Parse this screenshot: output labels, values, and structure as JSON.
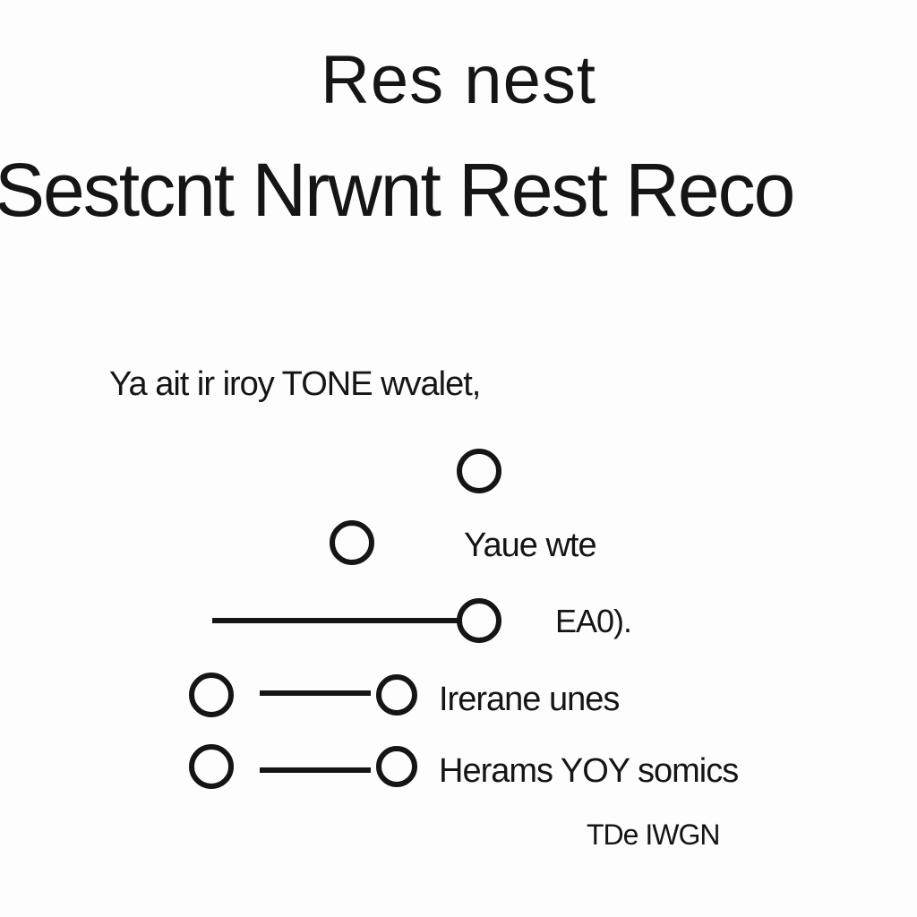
{
  "title": {
    "line1": "Res  nest",
    "line2": "Sestcnt Nrwnt Rest Reco"
  },
  "caption": "Ya  ait ir iroy TONE wvalet,",
  "labels": {
    "row2": "Yaue wte",
    "row3": "EA0).",
    "row4": "Irerane  unes",
    "row5": "Herams  YOY  somics",
    "footer": "TDe IWGN"
  },
  "colors": {
    "ink": "#151515",
    "background": "#fdfdfd"
  }
}
